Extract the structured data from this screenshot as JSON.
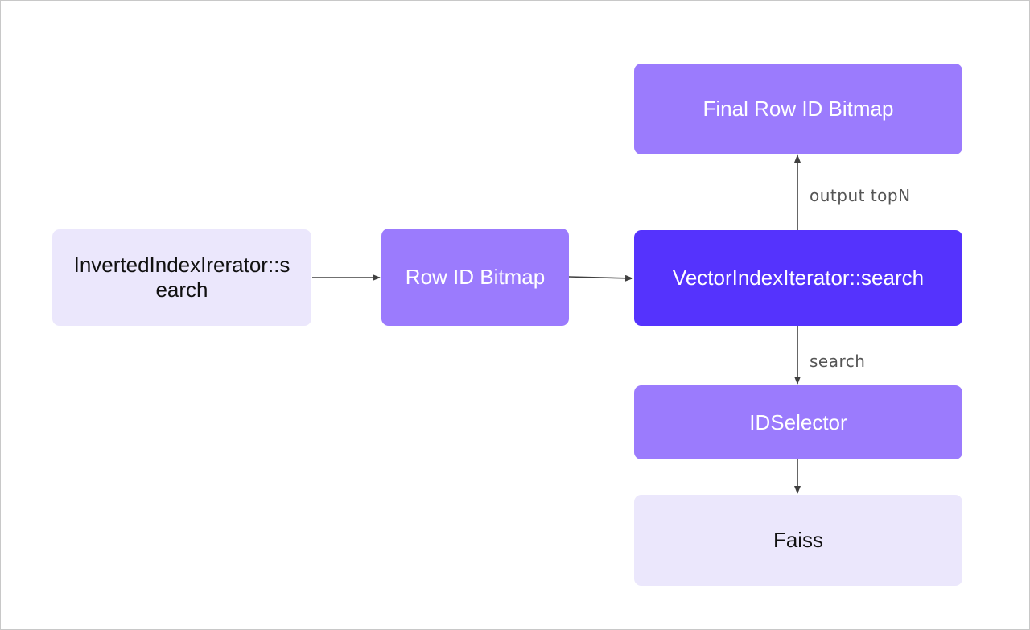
{
  "nodes": {
    "inverted_index_iterator": "InvertedIndexIrerator::s\nearch",
    "row_id_bitmap": "Row ID Bitmap",
    "vector_index_iterator": "VectorIndexIterator::search",
    "final_row_id_bitmap": "Final Row ID Bitmap",
    "id_selector": "IDSelector",
    "faiss": "Faiss"
  },
  "edges": {
    "output_topn": "output topN",
    "search": "search"
  },
  "colors": {
    "light_node": "#ebe7fc",
    "mid_node": "#9b7bfd",
    "dark_node": "#5533fd",
    "arrow": "#404040"
  }
}
